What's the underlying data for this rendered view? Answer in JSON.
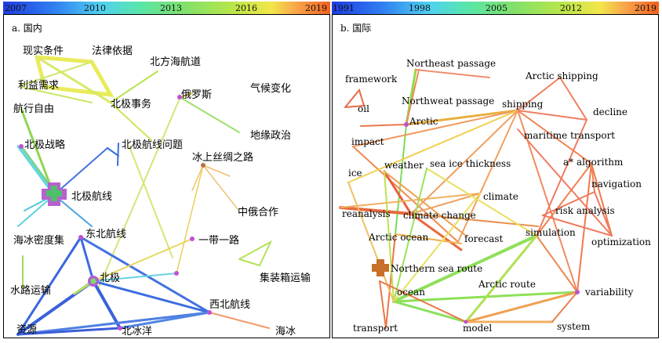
{
  "colorbar_a": {
    "ticks": [
      "2007",
      "2010",
      "2013",
      "2016",
      "2019"
    ]
  },
  "colorbar_b": {
    "ticks": [
      "1991",
      "1998",
      "2005",
      "2012",
      "2019"
    ]
  },
  "panel_a": {
    "title": "a. 国内",
    "nodes": [
      {
        "id": "xssj",
        "label": "现实条件"
      },
      {
        "id": "flyj",
        "label": "法律依据"
      },
      {
        "id": "lyxq",
        "label": "利益需求"
      },
      {
        "id": "bfhd",
        "label": "北方海航道"
      },
      {
        "id": "hxzy",
        "label": "航行自由"
      },
      {
        "id": "bjss",
        "label": "北极事务"
      },
      {
        "id": "els",
        "label": "俄罗斯"
      },
      {
        "id": "qhbh",
        "label": "气候变化"
      },
      {
        "id": "dyzz",
        "label": "地缘政治"
      },
      {
        "id": "bjzl",
        "label": "北极战略"
      },
      {
        "id": "bjhxwt",
        "label": "北极航线问题"
      },
      {
        "id": "bsszl",
        "label": "冰上丝绸之路"
      },
      {
        "id": "bjhx",
        "label": "北极航线"
      },
      {
        "id": "zehz",
        "label": "中俄合作"
      },
      {
        "id": "hbmdj",
        "label": "海冰密度集"
      },
      {
        "id": "dbhx",
        "label": "东北航线"
      },
      {
        "id": "ydyl",
        "label": "一带一路"
      },
      {
        "id": "jzxys",
        "label": "集装箱运输"
      },
      {
        "id": "bj",
        "label": "北极"
      },
      {
        "id": "slys",
        "label": "水路运输"
      },
      {
        "id": "xbhx",
        "label": "西北航线"
      },
      {
        "id": "zy",
        "label": "资源"
      },
      {
        "id": "bby",
        "label": "北冰洋"
      },
      {
        "id": "hb",
        "label": "海冰"
      }
    ]
  },
  "panel_b": {
    "title": "b. 国际",
    "nodes": [
      {
        "id": "np",
        "label": "Northeast passage"
      },
      {
        "id": "fw",
        "label": "framework"
      },
      {
        "id": "as",
        "label": "Arctic shipping"
      },
      {
        "id": "nwp",
        "label": "Northweat passage"
      },
      {
        "id": "oil",
        "label": "oil"
      },
      {
        "id": "sh",
        "label": "shipping"
      },
      {
        "id": "dec",
        "label": "decline"
      },
      {
        "id": "arc",
        "label": "Arctic"
      },
      {
        "id": "imp",
        "label": "impact"
      },
      {
        "id": "mt",
        "label": "maritime transport"
      },
      {
        "id": "wea",
        "label": "weather"
      },
      {
        "id": "sit",
        "label": "sea ice thickness"
      },
      {
        "id": "aalg",
        "label": "a* algorithm"
      },
      {
        "id": "ice",
        "label": "ice"
      },
      {
        "id": "nav",
        "label": "navigation"
      },
      {
        "id": "cli",
        "label": "climate"
      },
      {
        "id": "rea",
        "label": "reanalysis"
      },
      {
        "id": "cc",
        "label": "climate change"
      },
      {
        "id": "ra",
        "label": "risk analysis"
      },
      {
        "id": "ao",
        "label": "Arctic ocean"
      },
      {
        "id": "fc",
        "label": "forecast"
      },
      {
        "id": "sim",
        "label": "simulation"
      },
      {
        "id": "opt",
        "label": "optimization"
      },
      {
        "id": "nsr",
        "label": "Northern sea route"
      },
      {
        "id": "ar",
        "label": "Arctic route"
      },
      {
        "id": "oce",
        "label": "ocean"
      },
      {
        "id": "var",
        "label": "variability"
      },
      {
        "id": "tr",
        "label": "transport"
      },
      {
        "id": "mod",
        "label": "model"
      },
      {
        "id": "sys",
        "label": "system"
      }
    ]
  }
}
